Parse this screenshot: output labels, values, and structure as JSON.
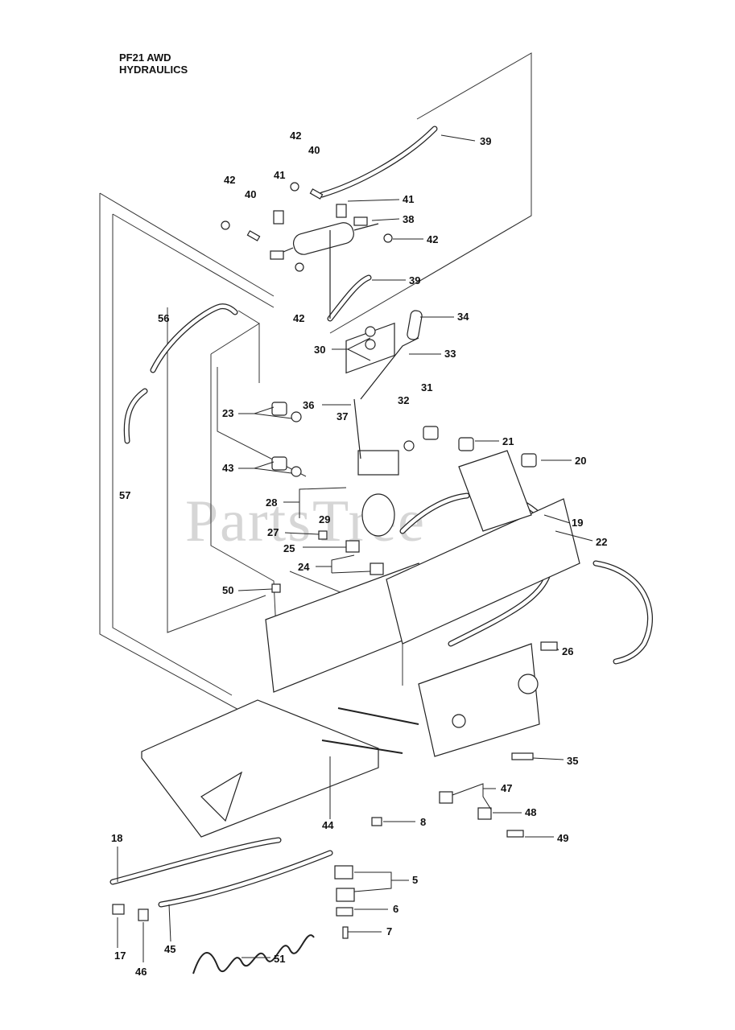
{
  "title": {
    "line1": "PF21 AWD",
    "line2": "HYDRAULICS"
  },
  "watermark": "PartsTree",
  "callouts": [
    "39",
    "42",
    "40",
    "41",
    "42",
    "40",
    "41",
    "38",
    "42",
    "39",
    "42",
    "56",
    "34",
    "30",
    "33",
    "36",
    "32",
    "31",
    "23",
    "37",
    "21",
    "20",
    "57",
    "43",
    "28",
    "29",
    "19",
    "27",
    "22",
    "25",
    "24",
    "50",
    "26",
    "35",
    "47",
    "8",
    "48",
    "44",
    "49",
    "18",
    "5",
    "6",
    "7",
    "17",
    "46",
    "45",
    "51"
  ]
}
